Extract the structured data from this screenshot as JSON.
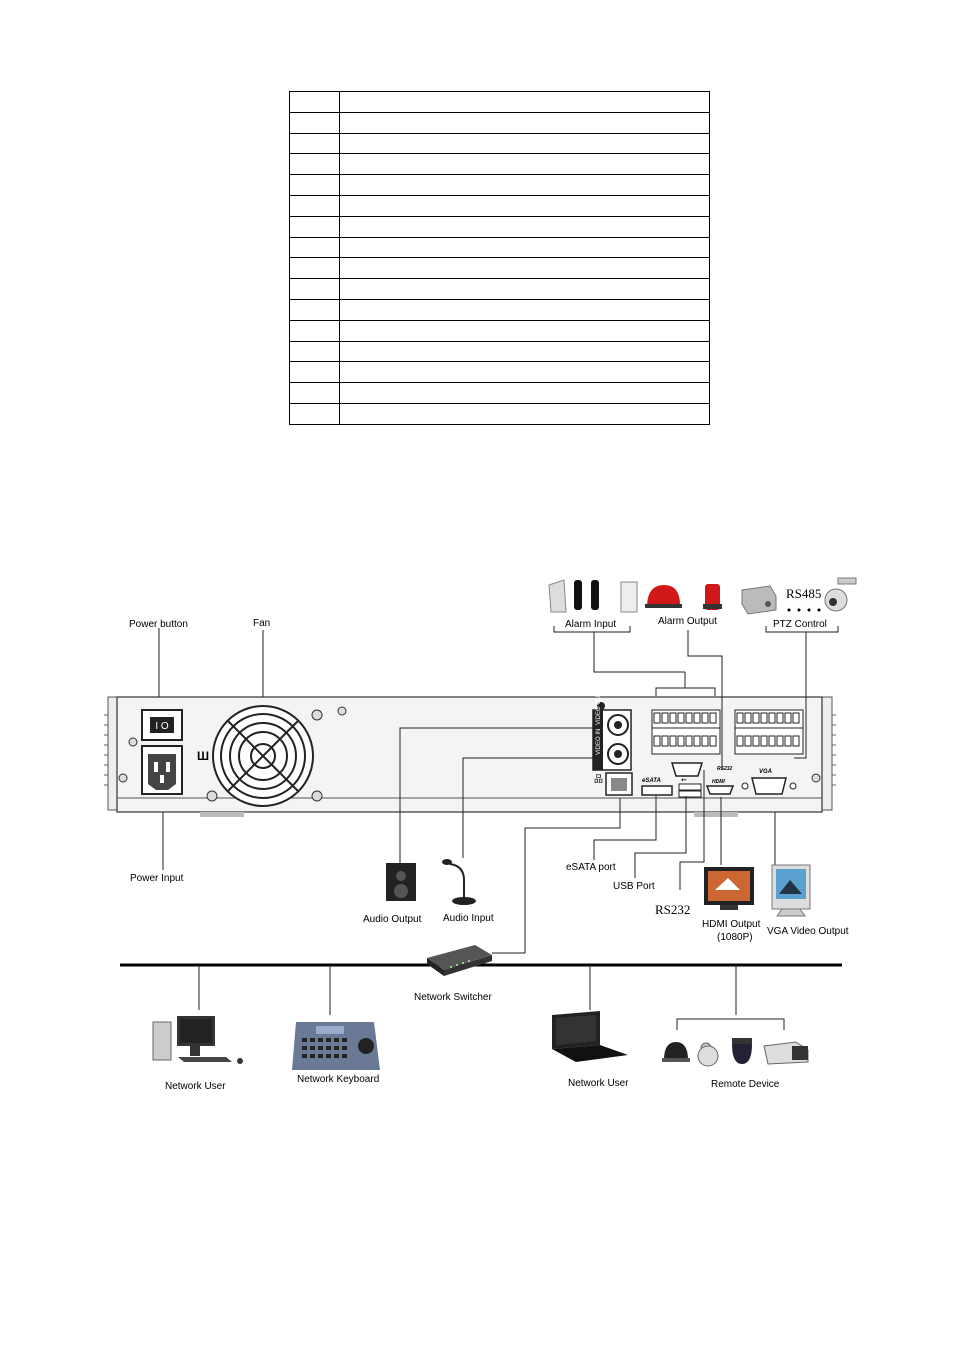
{
  "table": {
    "rows": 16
  },
  "diagram": {
    "labels": {
      "power_button": "Power button",
      "fan": "Fan",
      "power_input": "Power Input",
      "alarm_input": "Alarm Input",
      "alarm_output": "Alarm Output",
      "ptz_control": "PTZ Control",
      "rs485": "RS485",
      "audio_output": "Audio Output",
      "audio_input": "Audio Input",
      "esata_port": "eSATA port",
      "usb_port": "USB Port",
      "rs232": "RS232",
      "hdmi_output": "HDMI Output",
      "hdmi_res": "(1080P)",
      "vga_output": "VGA Video Output",
      "network_switcher": "Network Switcher",
      "network_user_1": "Network User",
      "network_keyboard": "Network Keyboard",
      "network_user_2": "Network User",
      "remote_device": "Remote Device"
    },
    "panel_text": {
      "esata": "eSATA",
      "hdmi": "HDMI",
      "rs232": "RS232",
      "vga": "VGA",
      "video_out": "VIDEO OUT",
      "video_in": "VIDEO IN"
    }
  }
}
